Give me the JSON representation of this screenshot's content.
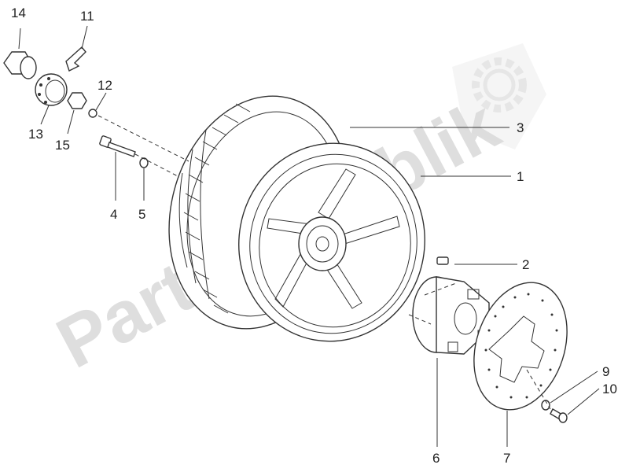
{
  "watermark": {
    "text": "PartsRepublik",
    "icon": "gear-icon"
  },
  "callouts": {
    "c1": "1",
    "c2": "2",
    "c3": "3",
    "c4": "4",
    "c5": "5",
    "c6": "6",
    "c7": "7",
    "c9": "9",
    "c10": "10",
    "c11": "11",
    "c12": "12",
    "c13": "13",
    "c14": "14",
    "c15": "15"
  },
  "colors": {
    "line": "#333333",
    "watermark": "#d9d9d9",
    "background": "#ffffff"
  }
}
